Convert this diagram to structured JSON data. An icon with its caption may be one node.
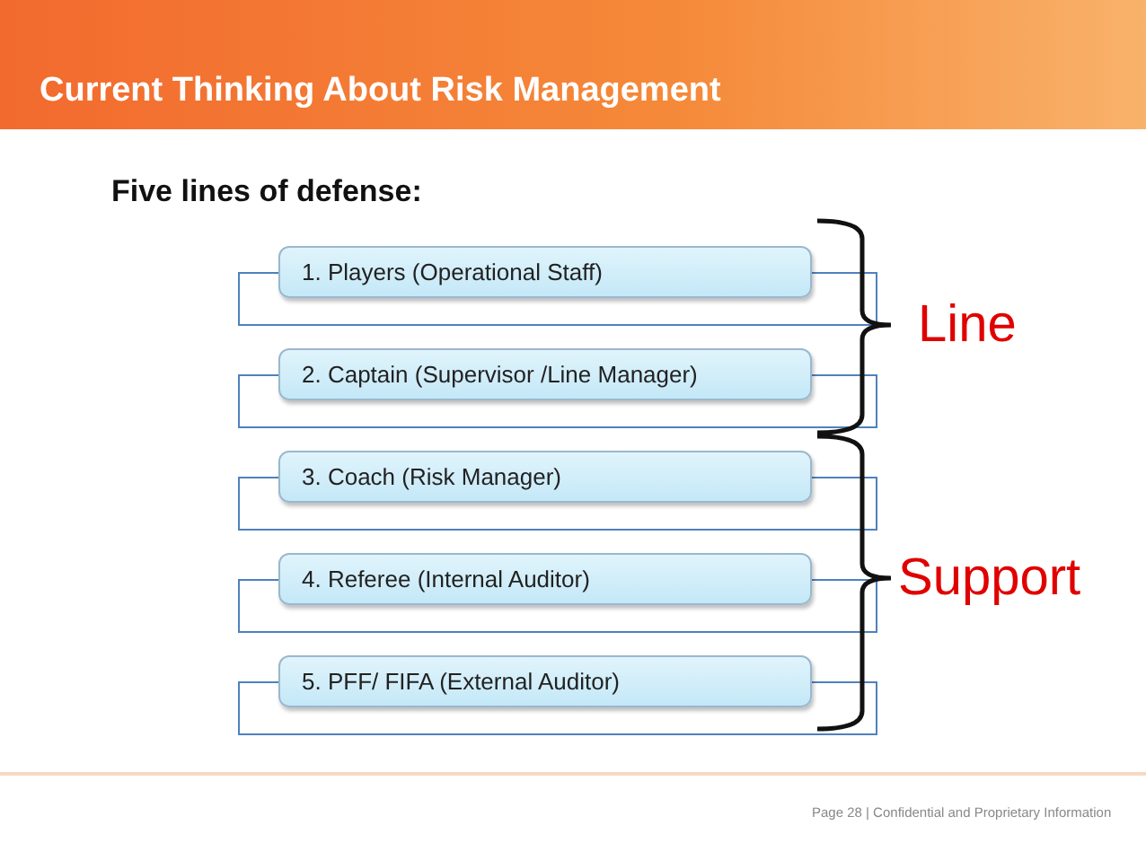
{
  "diagram": {
    "title": "Current Thinking About **Risk Management**",
    "nodes": [
      {
        "text": [
          "1. Players (Operational Staff)"
        ]
      },
      {
        "text": [
          "2. Captain (Supervisor /Line Manager)"
        ]
      },
      {
        "text": [
          "3. Coach (Risk Manager)"
        ]
      },
      {
        "text": [
          "4. Referee (Internal Auditor)"
        ]
      },
      {
        "text": [
          "5. PFF/ FIFA (External Auditor)"
        ]
      }
    ],
    "labels": [
      "Five lines of defense:",
      "Line",
      "Support",
      "Page 28 | Confidential and Proprietary Information"
    ]
  }
}
